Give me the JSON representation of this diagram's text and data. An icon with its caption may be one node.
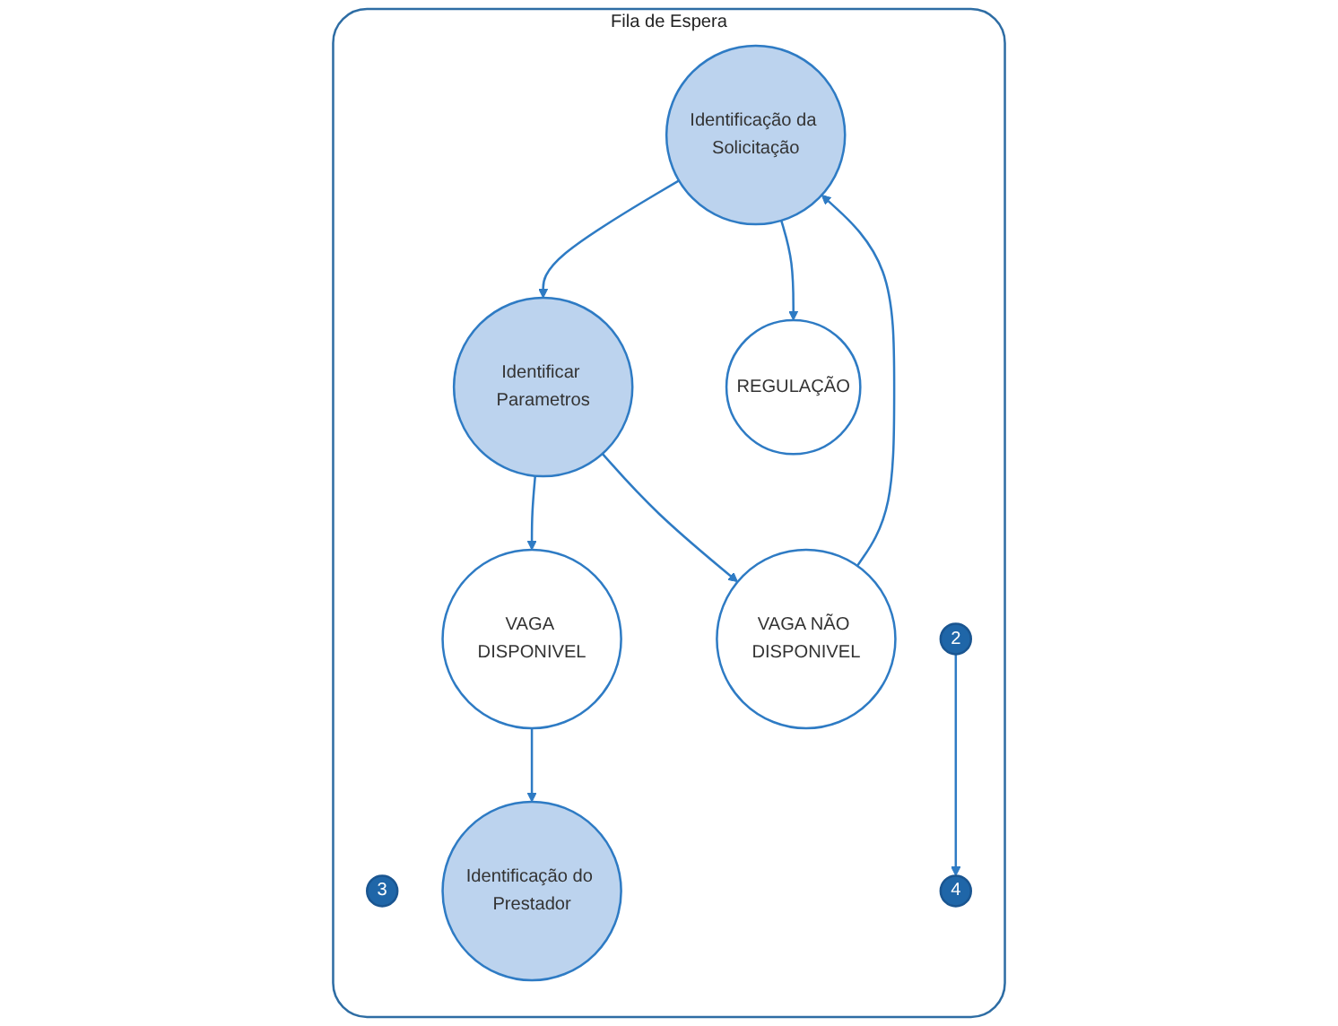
{
  "diagram": {
    "nodes": [
      {
        "text": [
          "Fila de Espera"
        ]
      },
      {
        "text": [
          "3"
        ],
        "in": 0
      },
      {
        "text": [
          "Identificação da Solicitação"
        ],
        "in": 0
      },
      {
        "text": [
          "Identificar Parametros"
        ],
        "in": 0
      },
      {
        "text": [
          "VAGA DISPONIVEL"
        ],
        "in": 0
      },
      {
        "text": [
          "REGULAÇÃO"
        ],
        "in": 0
      },
      {
        "text": [
          "2"
        ],
        "in": 0
      },
      {
        "text": [
          "VAGA NÃO DISPONIVEL"
        ],
        "in": 0
      },
      {
        "text": [
          "Identificação do Prestador"
        ],
        "in": 0
      },
      {
        "text": [
          "4"
        ],
        "in": 0
      }
    ],
    "edges": [
      {
        "from": 2,
        "to": 3,
        "arrow": "to"
      },
      {
        "from": 3,
        "to": 4,
        "arrow": "to"
      },
      {
        "from": 2,
        "to": 5,
        "arrow": "to"
      },
      {
        "from": 3,
        "to": 7,
        "arrow": "to"
      },
      {
        "from": 7,
        "to": 2,
        "arrow": "to"
      },
      {
        "from": 4,
        "to": 8,
        "arrow": "to"
      },
      {
        "from": 6,
        "to": 9,
        "arrow": "to"
      }
    ]
  }
}
